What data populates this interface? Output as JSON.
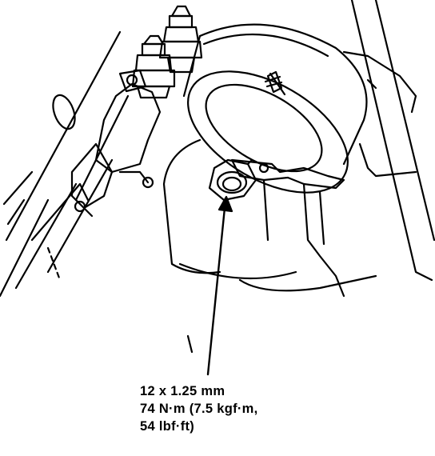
{
  "colors": {
    "ink": "#000000",
    "paper": "#ffffff"
  },
  "callout": {
    "size": "12 x 1.25 mm",
    "torque_nm": "74 N·m (7.5 kgf·m,",
    "torque_lbf": "54 lbf·ft)"
  }
}
